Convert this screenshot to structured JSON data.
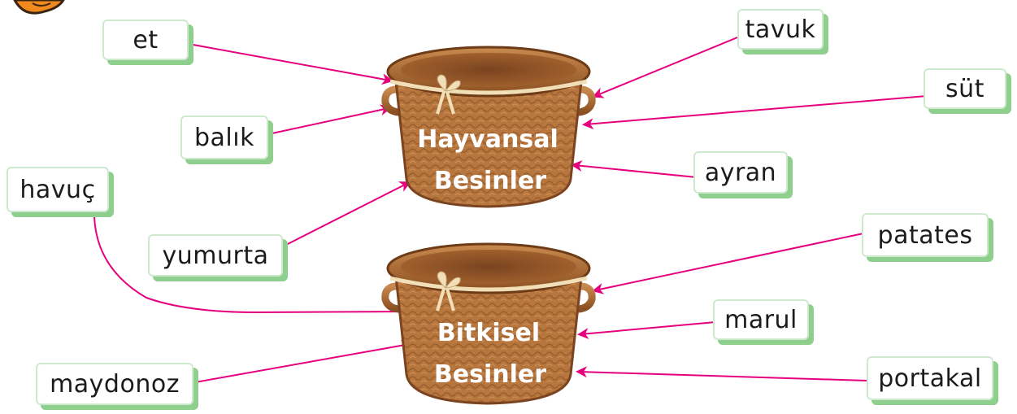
{
  "baskets": {
    "animal": {
      "line1": "Hayvansal",
      "line2": "Besinler"
    },
    "plant": {
      "line1": "Bitkisel",
      "line2": "Besinler"
    }
  },
  "words": {
    "et": "et",
    "tavuk": "tavuk",
    "sut": "süt",
    "balik": "balık",
    "ayran": "ayran",
    "havuc": "havuç",
    "yumurta": "yumurta",
    "patates": "patates",
    "marul": "marul",
    "maydonoz": "maydonoz",
    "portakal": "portakal"
  },
  "colors": {
    "arrow": "#e6007e",
    "card_shadow": "#8fcf8e",
    "basket_body": "#b8763f",
    "basket_dark": "#8a4f22",
    "basket_label": "#ffffff"
  }
}
